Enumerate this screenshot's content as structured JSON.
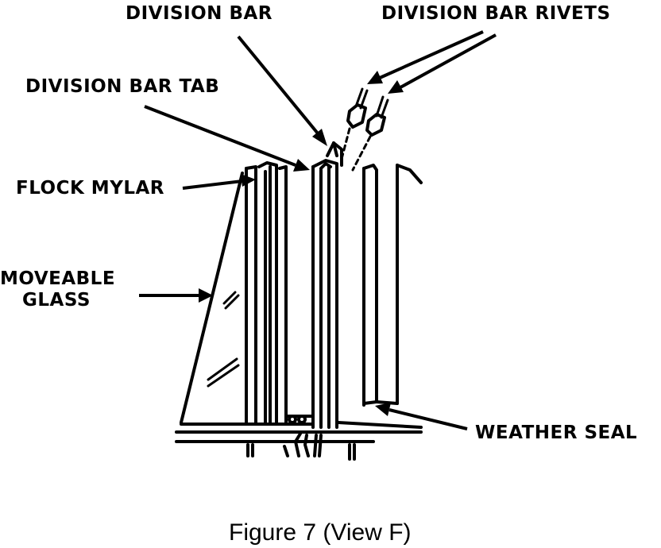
{
  "labels": {
    "division_bar": "DIVISION BAR",
    "division_bar_rivets": "DIVISION BAR RIVETS",
    "division_bar_tab": "DIVISION BAR TAB",
    "flock_mylar": "FLOCK MYLAR",
    "moveable_line1": "MOVEABLE",
    "moveable_line2": "GLASS",
    "weather_seal": "WEATHER SEAL"
  },
  "caption": "Figure 7 (View F)",
  "colors": {
    "ink": "#000000",
    "background": "#ffffff"
  }
}
